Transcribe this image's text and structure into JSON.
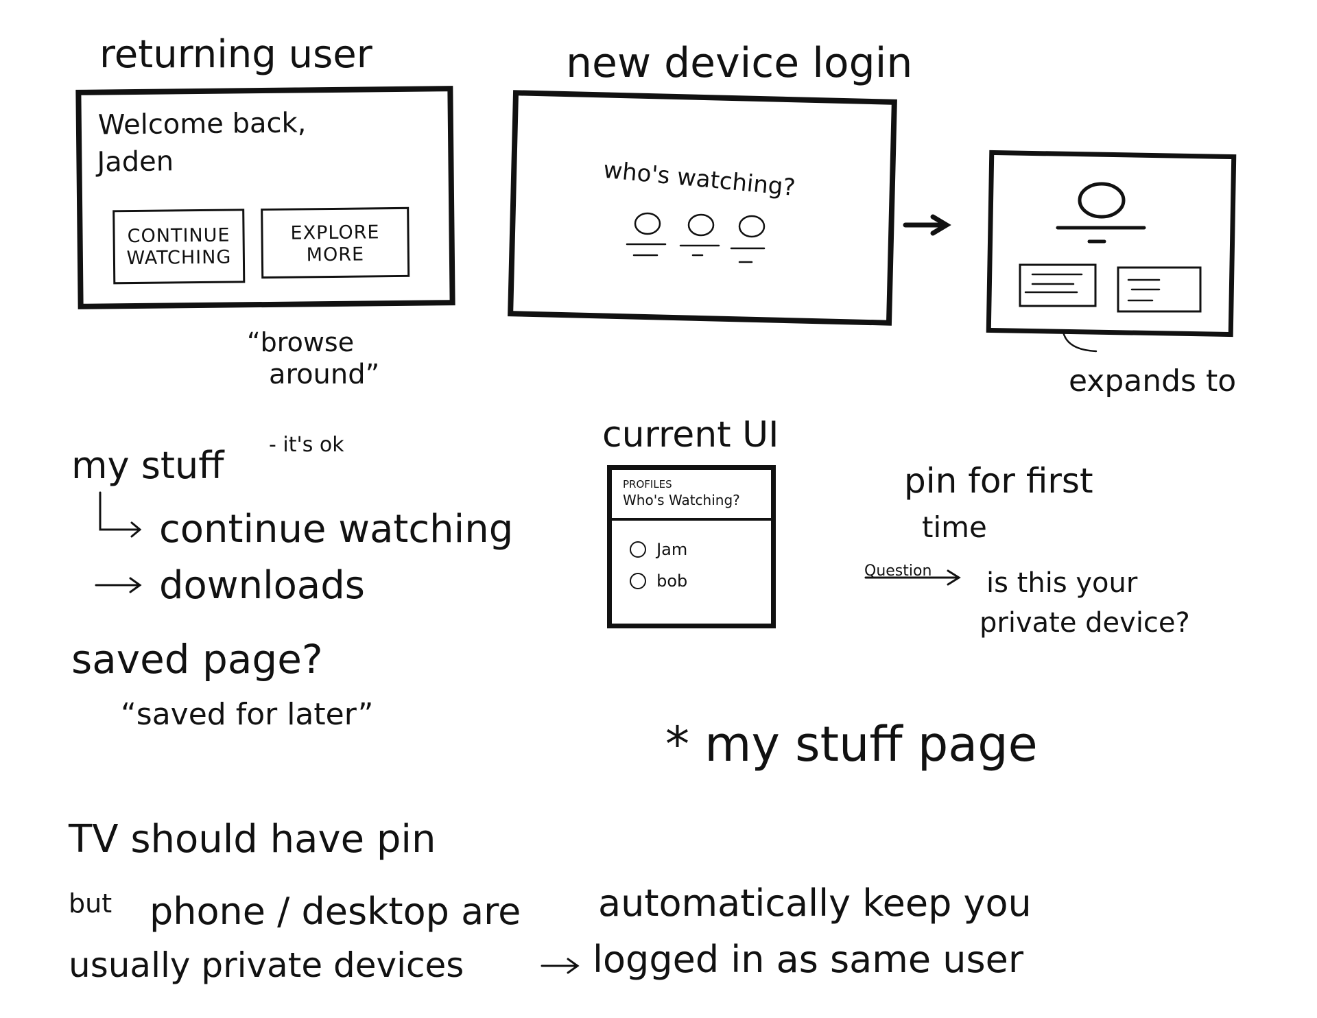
{
  "returning_user": {
    "title": "returning user",
    "greeting_line1": "Welcome back,",
    "greeting_line2": "Jaden",
    "button_continue_line1": "CONTINUE",
    "button_continue_line2": "WATCHING",
    "button_explore_line1": "EXPLORE",
    "button_explore_line2": "MORE",
    "note_line1": "“browse",
    "note_line2": "around”"
  },
  "new_device": {
    "title": "new device login",
    "prompt": "who's watching?",
    "expands_label": "expands to"
  },
  "current_ui": {
    "title": "current UI",
    "header_line1": "PROFILES",
    "header_line2": "Who's Watching?",
    "profiles": [
      "Jam",
      "bob"
    ]
  },
  "notes": {
    "my_stuff": "my stuff",
    "its_ok": "- it's ok",
    "continue_watching": "continue watching",
    "downloads": "downloads",
    "saved_page": "saved page?",
    "saved_for_later": "“saved for later”",
    "pin_line1": "pin for first",
    "pin_line2": "time",
    "question_label": "Question",
    "private_line1": "is this your",
    "private_line2": "private device?",
    "my_stuff_page": "* my stuff page",
    "tv_pin": "TV should have pin",
    "but": "but",
    "phone_desktop": "phone / desktop are",
    "usually_private": "usually private devices",
    "auto_keep": "automatically keep you",
    "logged_in": "logged in as same user"
  }
}
